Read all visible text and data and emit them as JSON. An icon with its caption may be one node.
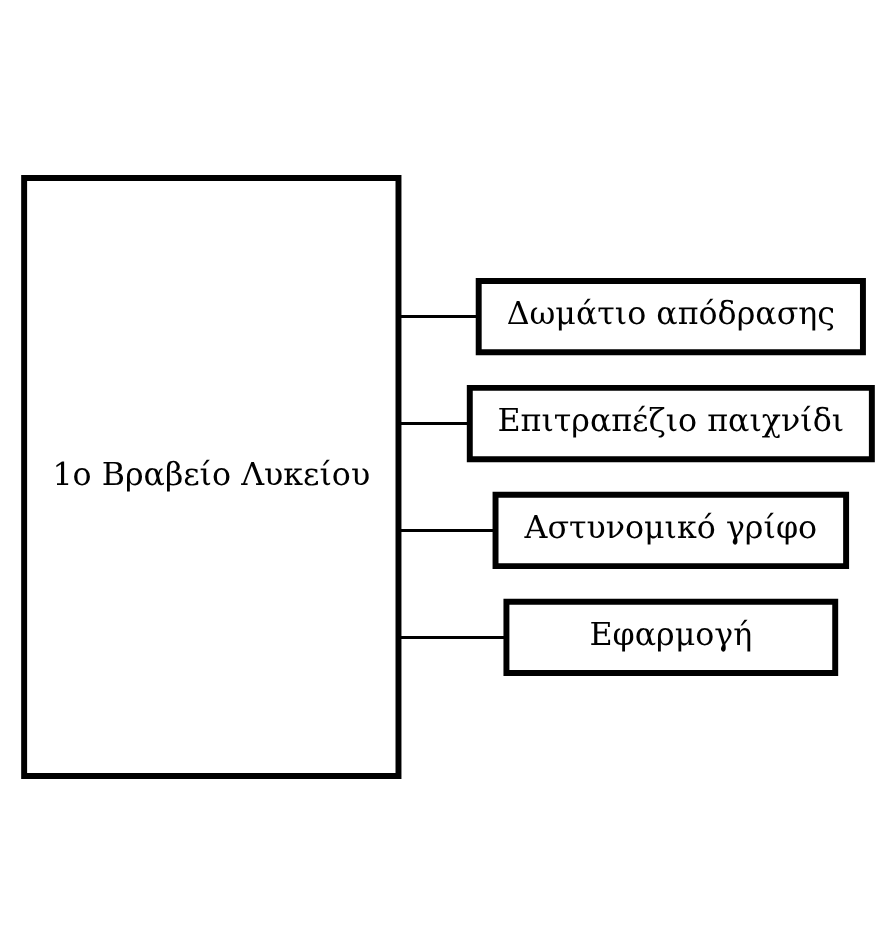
{
  "diagram": {
    "nodes": [
      {
        "text": [
          "1ο Βραβείο Λυκείου"
        ]
      },
      {
        "text": [
          "Δωμάτιο απόδρασης"
        ]
      },
      {
        "text": [
          "Επιτραπέζιο παιχνίδι"
        ]
      },
      {
        "text": [
          "Αστυνομικό γρίφο"
        ]
      },
      {
        "text": [
          "Εφαρμογή"
        ]
      }
    ],
    "edges": [
      {
        "from": 0,
        "to": 1,
        "arrow": "none"
      },
      {
        "from": 0,
        "to": 2,
        "arrow": "none"
      },
      {
        "from": 0,
        "to": 3,
        "arrow": "none"
      },
      {
        "from": 0,
        "to": 4,
        "arrow": "none"
      }
    ]
  }
}
